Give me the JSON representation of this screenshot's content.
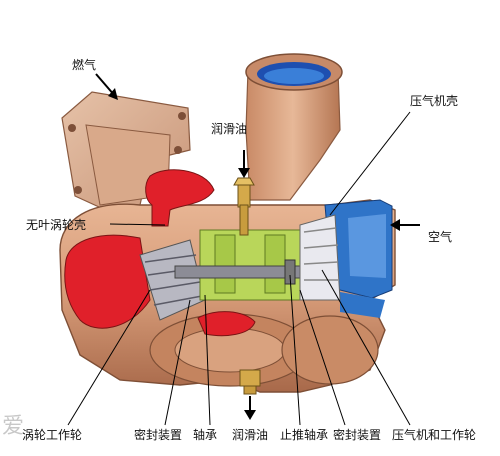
{
  "labels": {
    "fuel_gas": "燃气",
    "lube_oil_top": "润滑油",
    "compressor_housing": "压气机壳",
    "vaneless_turbine_housing": "无叶涡轮壳",
    "air": "空气",
    "turbine_wheel": "涡轮工作轮",
    "seal_left": "密封装置",
    "bearing": "轴承",
    "lube_oil_bottom": "润滑油",
    "thrust_bearing": "止推轴承",
    "seal_right": "密封装置",
    "compressor_wheel": "压气机和工作轮"
  },
  "colors": {
    "housing": "#d69b78",
    "housing_dark": "#9c5d3e",
    "exhaust_red": "#e0202a",
    "intake_blue": "#2f74c8",
    "bearing_green": "#b9d65a",
    "shaft_grey": "#8c8c96"
  },
  "watermark": "爱"
}
